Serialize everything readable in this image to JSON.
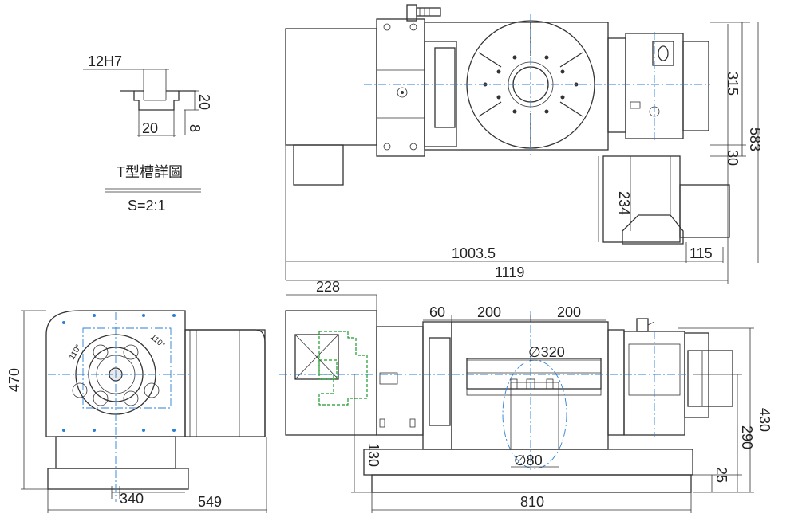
{
  "tslot_detail": {
    "fit_label": "12H7",
    "depth_label": "20",
    "width_label": "20",
    "offset_label": "8",
    "title": "T型槽詳圖",
    "scale": "S=2:1"
  },
  "top_view": {
    "height_label": "315",
    "gap_label": "30",
    "total_height_label": "583",
    "motor_label": "234",
    "length_label": "1003.5",
    "motor_offset_label": "115",
    "total_length_label": "1119"
  },
  "side_view": {
    "height_label": "470",
    "base_label": "340",
    "total_label": "549",
    "angle_left": "110°",
    "angle_right": "110°"
  },
  "front_view": {
    "motor_label": "228",
    "slot_a": "60",
    "slot_b": "200",
    "slot_c": "200",
    "table_dia": "∅320",
    "bore_dia": "∅80",
    "center_height": "130",
    "right_height": "430",
    "right_mid": "290",
    "right_low": "25",
    "base_length": "810"
  }
}
